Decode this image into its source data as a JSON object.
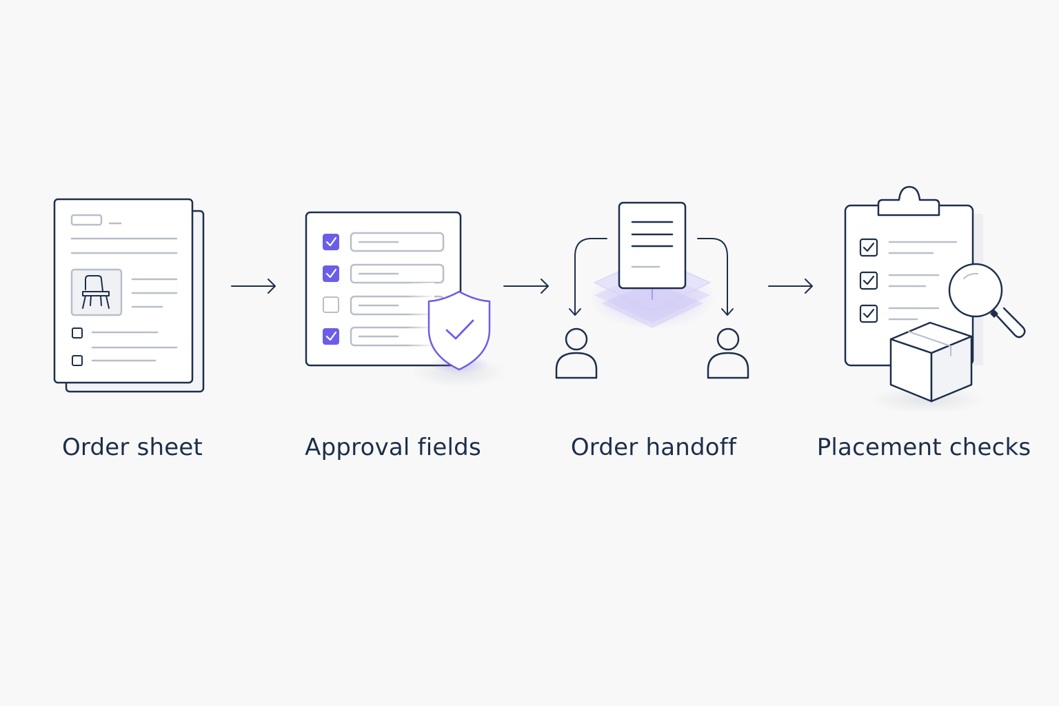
{
  "colors": {
    "background": "#f8f8f8",
    "ink": "#1c2e4a",
    "accent": "#6a5ee8",
    "muted": "#b8bec9"
  },
  "steps": [
    {
      "label": "Order sheet",
      "icon": "order-sheet-icon"
    },
    {
      "label": "Approval fields",
      "icon": "approval-checklist-shield-icon"
    },
    {
      "label": "Order handoff",
      "icon": "document-handoff-people-icon"
    },
    {
      "label": "Placement checks",
      "icon": "clipboard-box-magnifier-icon"
    }
  ],
  "connectors": [
    "arrow-right-icon",
    "arrow-right-icon",
    "arrow-right-icon"
  ]
}
